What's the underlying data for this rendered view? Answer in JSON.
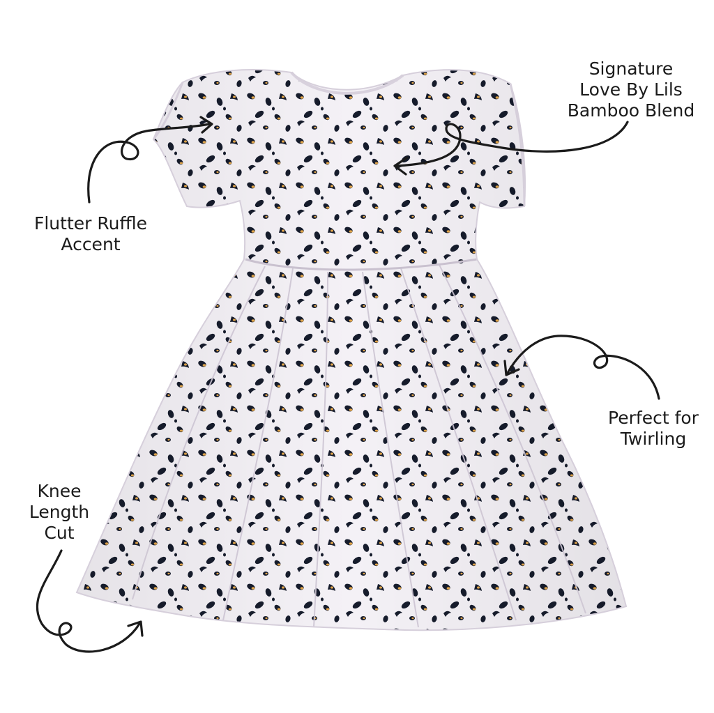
{
  "colors": {
    "background": "#ffffff",
    "fabric": "#f4f1f6",
    "fabric_shade": "#e6e1ea",
    "spot_dark": "#161c2c",
    "spot_gold": "#e3a74c",
    "text": "#1b1b1b"
  },
  "callouts": {
    "signature": {
      "lines": [
        "Signature",
        "Love By Lils",
        "Bamboo Blend"
      ]
    },
    "flutter": {
      "lines": [
        "Flutter Ruffle",
        "Accent"
      ]
    },
    "twirling": {
      "lines": [
        "Perfect for",
        "Twirling"
      ]
    },
    "knee": {
      "lines": [
        "Knee",
        "Length",
        "Cut"
      ]
    }
  },
  "icons": [
    "curly-arrow-icon"
  ]
}
